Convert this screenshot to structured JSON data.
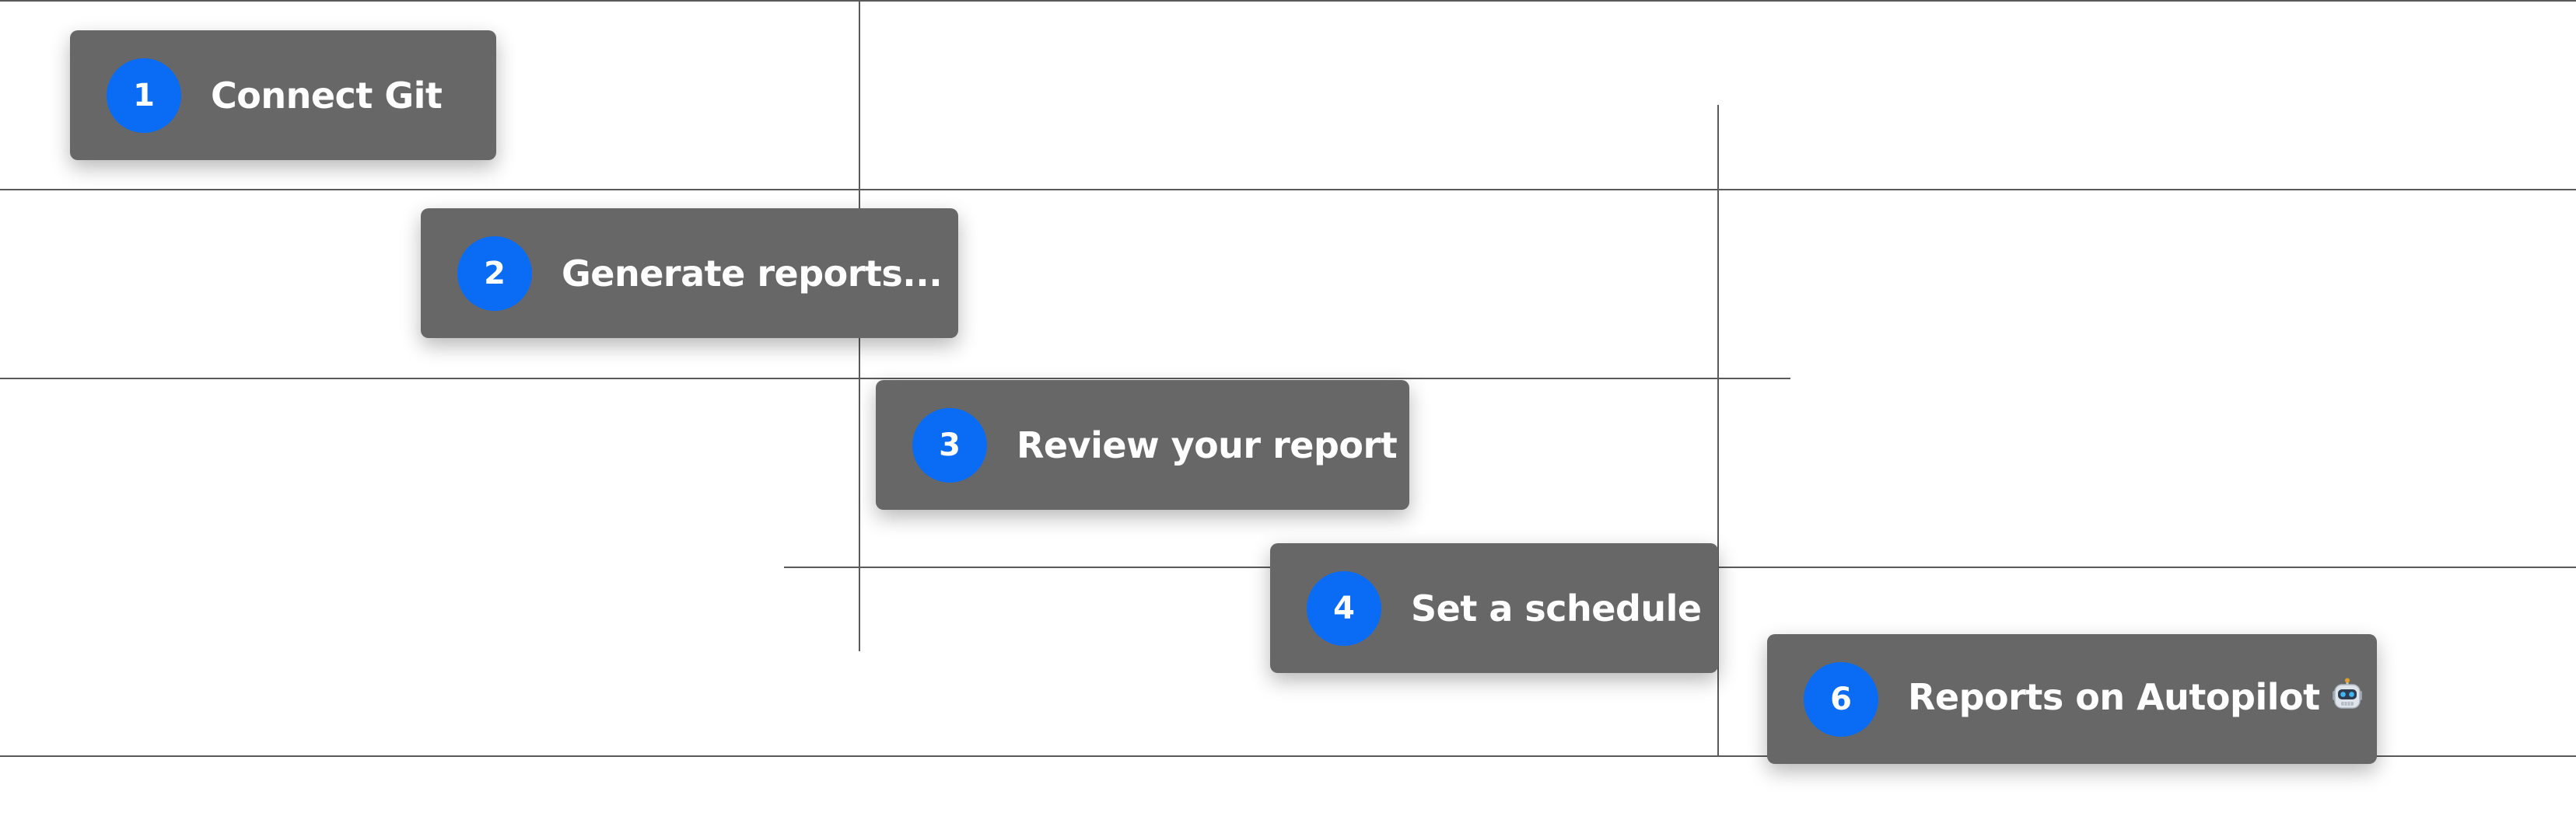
{
  "steps": [
    {
      "number": "1",
      "label": "Connect Git"
    },
    {
      "number": "2",
      "label": "Generate reports..."
    },
    {
      "number": "3",
      "label": "Review your report"
    },
    {
      "number": "4",
      "label": "Set a schedule"
    },
    {
      "number": "6",
      "label": "Reports on Autopilot"
    }
  ],
  "icons": {
    "autopilot": "robot-icon"
  },
  "colors": {
    "badge": "#0a6cf5",
    "card": "#676767",
    "lines": "#5a5a5a",
    "background": "#ffffff"
  }
}
